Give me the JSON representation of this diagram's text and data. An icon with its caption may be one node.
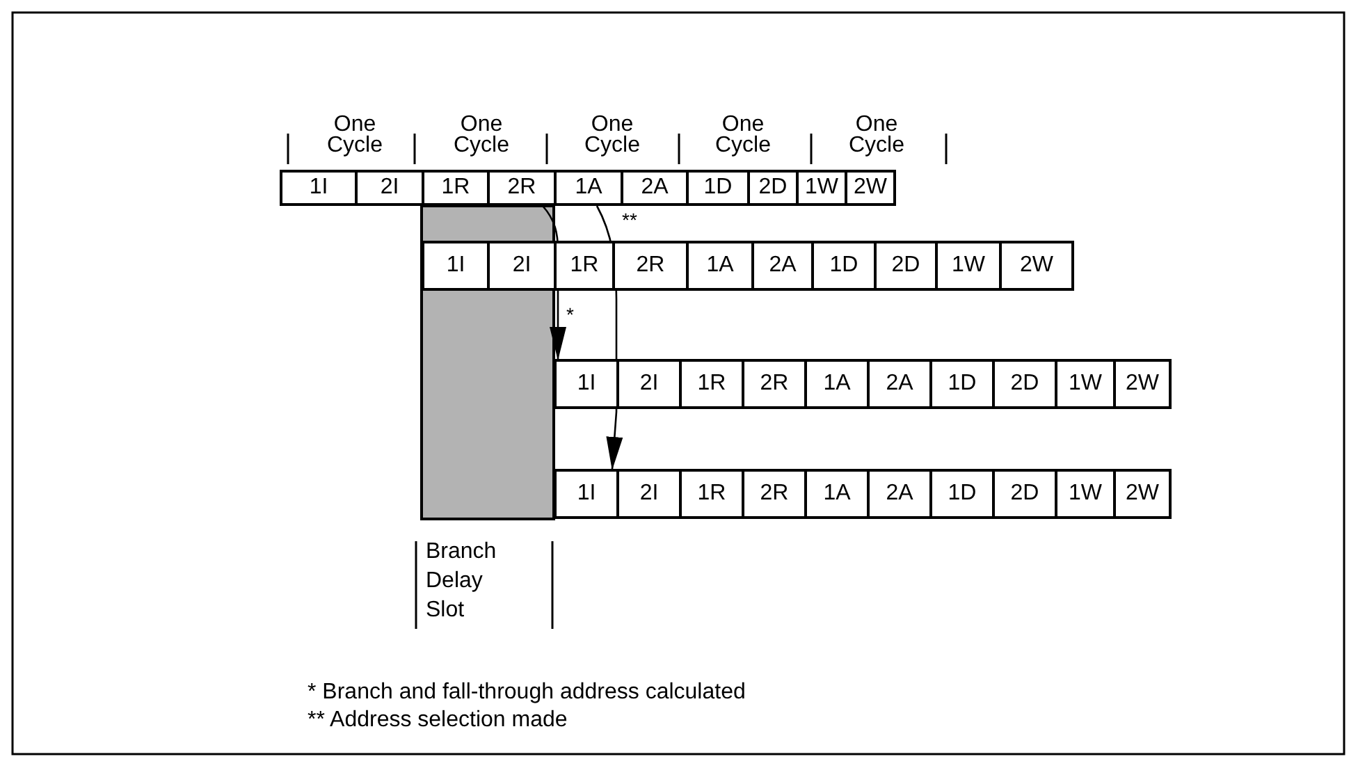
{
  "diagram": {
    "nodes": [
      {
        "text": [
          "1I"
        ]
      },
      {
        "text": [
          "2I"
        ]
      },
      {
        "text": [
          "1R"
        ]
      },
      {
        "text": [
          "2R"
        ]
      },
      {
        "text": [
          "1A"
        ]
      },
      {
        "text": [
          "2A"
        ]
      },
      {
        "text": [
          "1D"
        ]
      },
      {
        "text": [
          "2D"
        ]
      },
      {
        "text": [
          "1W"
        ]
      },
      {
        "text": [
          "2W"
        ]
      },
      {
        "text": [
          "1I"
        ]
      },
      {
        "text": [
          "2I"
        ]
      },
      {
        "text": [
          "1R"
        ]
      },
      {
        "text": [
          "2R"
        ]
      },
      {
        "text": [
          "1A"
        ]
      },
      {
        "text": [
          "2A"
        ]
      },
      {
        "text": [
          "1D"
        ]
      },
      {
        "text": [
          "2D"
        ]
      },
      {
        "text": [
          "1W"
        ]
      },
      {
        "text": [
          "2W"
        ]
      },
      {
        "text": [
          "1I"
        ]
      },
      {
        "text": [
          "2I"
        ]
      },
      {
        "text": [
          "1R"
        ]
      },
      {
        "text": [
          "2R"
        ]
      },
      {
        "text": [
          "1A"
        ]
      },
      {
        "text": [
          "2A"
        ]
      },
      {
        "text": [
          "1D"
        ]
      },
      {
        "text": [
          "2D"
        ]
      },
      {
        "text": [
          "1W"
        ]
      },
      {
        "text": [
          "2W"
        ]
      },
      {
        "text": [
          "1I"
        ]
      },
      {
        "text": [
          "2I"
        ]
      },
      {
        "text": [
          "1R"
        ]
      },
      {
        "text": [
          "2R"
        ]
      },
      {
        "text": [
          "1A"
        ]
      },
      {
        "text": [
          "2A"
        ]
      },
      {
        "text": [
          "1D"
        ]
      },
      {
        "text": [
          "2D"
        ]
      },
      {
        "text": [
          "1W"
        ]
      },
      {
        "text": [
          "2W"
        ]
      }
    ],
    "edges": [
      {
        "from": 3,
        "to": 20,
        "arrow": "to",
        "label": "*"
      },
      {
        "from": 4,
        "to": 30,
        "arrow": "to",
        "label": "**"
      }
    ],
    "labels": [
      "One Cycle",
      "One Cycle",
      "One Cycle",
      "One Cycle",
      "One Cycle",
      "Branch Delay Slot",
      "* Branch and fall-through address calculated",
      "** Address selection made"
    ]
  }
}
